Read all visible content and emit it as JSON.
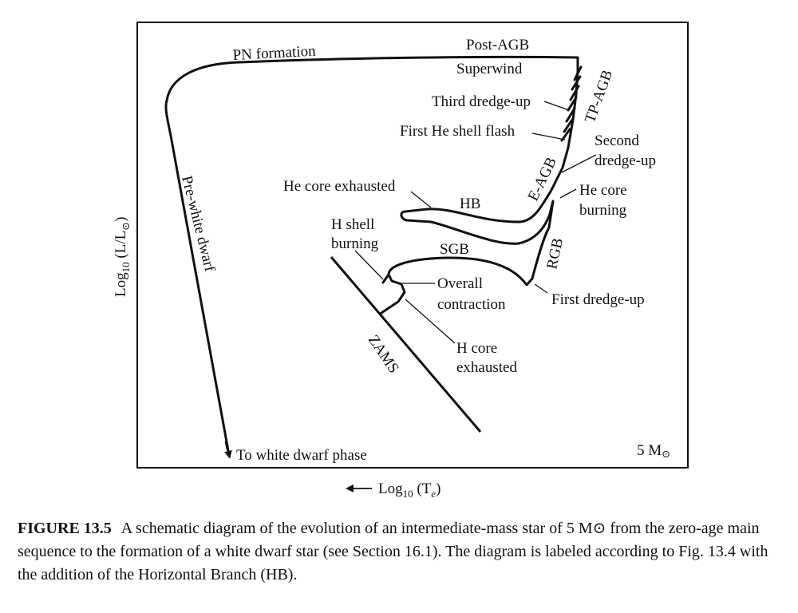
{
  "diagram": {
    "labels": {
      "pn_formation": "PN formation",
      "post_agb": "Post-AGB",
      "superwind": "Superwind",
      "tp_agb": "TP-AGB",
      "third_dredge_up": "Third dredge-up",
      "first_he_shell_flash": "First He shell flash",
      "e_agb": "E-AGB",
      "second_dredge_up_1": "Second",
      "second_dredge_up_2": "dredge-up",
      "he_core_exhausted": "He core exhausted",
      "hb": "HB",
      "he_core_burning_1": "He core",
      "he_core_burning_2": "burning",
      "h_shell_burning_1": "H shell",
      "h_shell_burning_2": "burning",
      "sgb": "SGB",
      "rgb": "RGB",
      "overall_contraction_1": "Overall",
      "overall_contraction_2": "contraction",
      "first_dredge_up": "First dredge-up",
      "h_core_exhausted_1": "H core",
      "h_core_exhausted_2": "exhausted",
      "zams": "ZAMS",
      "pre_white_dwarf": "Pre-white dwarf",
      "to_white_dwarf_phase": "To white dwarf phase",
      "mass_value": "5 M",
      "mass_symbol": "⊙"
    },
    "y_axis": {
      "prefix": "Log",
      "sub": "10",
      "body": " (L/L",
      "sun": "⊙",
      "close": ")"
    },
    "x_axis": {
      "prefix": "Log",
      "sub": "10",
      "body": " (T",
      "esub": "e",
      "close": ")"
    }
  },
  "caption": {
    "figure_label": "FIGURE 13.5",
    "text": "A schematic diagram of the evolution of an intermediate-mass star of 5 M⊙ from the zero-age main sequence to the formation of a white dwarf star (see Section 16.1). The diagram is labeled according to Fig. 13.4 with the addition of the Horizontal Branch (HB)."
  }
}
